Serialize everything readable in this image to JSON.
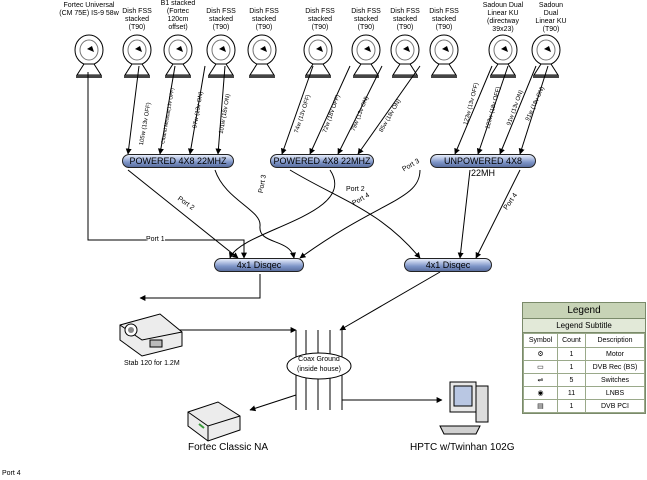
{
  "dishes": [
    {
      "label": "Fortec Universal (CM 75E) IS-9 58w"
    },
    {
      "label": "Dish FSS stacked (T90)"
    },
    {
      "label": "B1 stacked (Fortec 120cm offset)"
    },
    {
      "label": "Dish FSS stacked (T90)"
    },
    {
      "label": "Dish FSS stacked (T90)"
    },
    {
      "label": "Dish FSS stacked (T90)"
    },
    {
      "label": "Dish FSS stacked (T90)"
    },
    {
      "label": "Dish FSS stacked (T90)"
    },
    {
      "label": "Dish FSS stacked (T90)"
    },
    {
      "label": "Sadoun Dual Linear KU (directway 39x23)"
    },
    {
      "label": "Sadoun Dual Linear KU (T90)"
    }
  ],
  "cable_labels": [
    "105w (13v OFF)",
    "Ciband Measat(13v OFF)",
    "97w (13v ON)",
    "101w (18v ON)",
    "74w (13v OFF)",
    "72w (18v OFF)",
    "79w (13v ON)",
    "85w (18v ON)",
    "123w (13v OFF)",
    "123w (18v OFF)",
    "91w (13v ON)",
    "91w (18v ON)"
  ],
  "switches": {
    "powered1": "POWERED 4X8 22MHZ",
    "powered2": "POWERED 4X8 22MHZ",
    "unpowered": "UNPOWERED 4X8 22MH",
    "disqec1": "4x1 Disqec",
    "disqec2": "4x1 Disqec"
  },
  "ports": {
    "p1": "Port 1",
    "p2": "Port 2",
    "p3": "Port 3",
    "p2b": "Port 2",
    "p4b": "Port 4",
    "p3b": "Port 3",
    "p4": "Port 4",
    "corner": "Port 4"
  },
  "receivers": {
    "stab": "Stab 120 for 1.2M",
    "fortec": "Fortec Classic NA",
    "htpc": "HPTC w/Twinhan 102G"
  },
  "ground": {
    "line1": "Coax Ground",
    "line2": "(inside house)"
  },
  "legend": {
    "title": "Legend",
    "subtitle": "Legend Subtitle",
    "headers": [
      "Symbol",
      "Count",
      "Description"
    ],
    "rows": [
      {
        "icon": "motor-icon",
        "count": "1",
        "desc": "Motor"
      },
      {
        "icon": "dvb-rec-icon",
        "count": "1",
        "desc": "DVB Rec (BS)"
      },
      {
        "icon": "switch-icon",
        "count": "5",
        "desc": "Switches"
      },
      {
        "icon": "lnb-icon",
        "count": "11",
        "desc": "LNBS"
      },
      {
        "icon": "pci-icon",
        "count": "1",
        "desc": "DVB PCI"
      }
    ]
  },
  "colors": {
    "line": "#000000",
    "switch": "#7e95c8",
    "legend": "#c7d3b6"
  }
}
